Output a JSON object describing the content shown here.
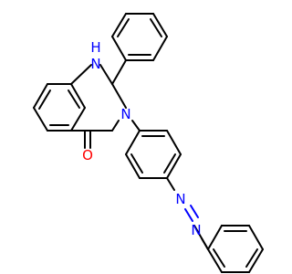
{
  "molecule": {
    "colors": {
      "carbon_bond": "#000000",
      "nitrogen": "#0000ff",
      "oxygen": "#ff0000",
      "background": "#ffffff"
    },
    "labels": {
      "nh_n": "N",
      "nh_h": "H",
      "amide_n": "N",
      "carbonyl_o": "O",
      "azo_n1": "N",
      "azo_n2": "N"
    }
  }
}
